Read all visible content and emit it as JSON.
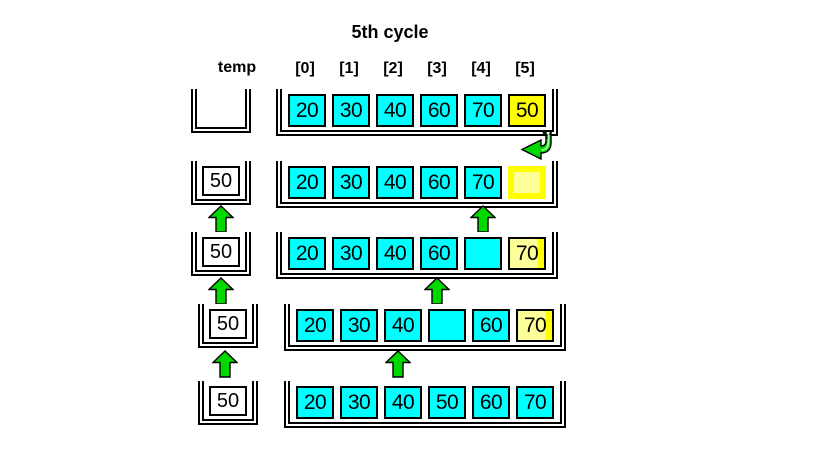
{
  "title": "5th cycle",
  "labels": {
    "temp": "temp",
    "indices": [
      "[0]",
      "[1]",
      "[2]",
      "[3]",
      "[4]",
      "[5]"
    ]
  },
  "rows": [
    {
      "name": "step-1",
      "temp": {
        "value": "",
        "state": "empty"
      },
      "cells": [
        {
          "value": "20",
          "state": "cyan"
        },
        {
          "value": "30",
          "state": "cyan"
        },
        {
          "value": "40",
          "state": "cyan"
        },
        {
          "value": "60",
          "state": "cyan"
        },
        {
          "value": "70",
          "state": "cyan"
        },
        {
          "value": "50",
          "state": "yellow"
        }
      ]
    },
    {
      "name": "step-2",
      "temp": {
        "value": "50",
        "state": "filled"
      },
      "cells": [
        {
          "value": "20",
          "state": "cyan"
        },
        {
          "value": "30",
          "state": "cyan"
        },
        {
          "value": "40",
          "state": "cyan"
        },
        {
          "value": "60",
          "state": "cyan"
        },
        {
          "value": "70",
          "state": "cyan"
        },
        {
          "value": "",
          "state": "yellow-slot"
        }
      ]
    },
    {
      "name": "step-3",
      "temp": {
        "value": "50",
        "state": "filled"
      },
      "cells": [
        {
          "value": "20",
          "state": "cyan"
        },
        {
          "value": "30",
          "state": "cyan"
        },
        {
          "value": "40",
          "state": "cyan"
        },
        {
          "value": "60",
          "state": "cyan"
        },
        {
          "value": "",
          "state": "empty-cyan"
        },
        {
          "value": "70",
          "state": "pale-stripe"
        }
      ]
    },
    {
      "name": "step-4",
      "temp": {
        "value": "50",
        "state": "filled"
      },
      "cells": [
        {
          "value": "20",
          "state": "cyan"
        },
        {
          "value": "30",
          "state": "cyan"
        },
        {
          "value": "40",
          "state": "cyan"
        },
        {
          "value": "",
          "state": "empty-cyan"
        },
        {
          "value": "60",
          "state": "cyan"
        },
        {
          "value": "70",
          "state": "pale-stripe"
        }
      ]
    },
    {
      "name": "step-5",
      "temp": {
        "value": "50",
        "state": "filled"
      },
      "cells": [
        {
          "value": "20",
          "state": "cyan"
        },
        {
          "value": "30",
          "state": "cyan"
        },
        {
          "value": "40",
          "state": "cyan"
        },
        {
          "value": "50",
          "state": "cyan"
        },
        {
          "value": "60",
          "state": "cyan"
        },
        {
          "value": "70",
          "state": "cyan"
        }
      ]
    }
  ],
  "arrows": [
    {
      "type": "curved-down-left",
      "row": "step-2",
      "target": "[5]"
    },
    {
      "type": "up",
      "row": "step-2",
      "target": "temp"
    },
    {
      "type": "up",
      "row": "step-2",
      "target": "[4]"
    },
    {
      "type": "up",
      "row": "step-3",
      "target": "temp"
    },
    {
      "type": "up",
      "row": "step-3",
      "target": "[3]"
    },
    {
      "type": "up",
      "row": "step-4",
      "target": "temp"
    },
    {
      "type": "up",
      "row": "step-4",
      "target": "[2]"
    }
  ],
  "colors": {
    "cell_cyan": "#00FFFF",
    "cell_yellow": "#FFFF00",
    "cell_pale_yellow": "#FFFF99",
    "arrow_green": "#00D900",
    "border": "#000000",
    "background": "#FFFFFF"
  }
}
